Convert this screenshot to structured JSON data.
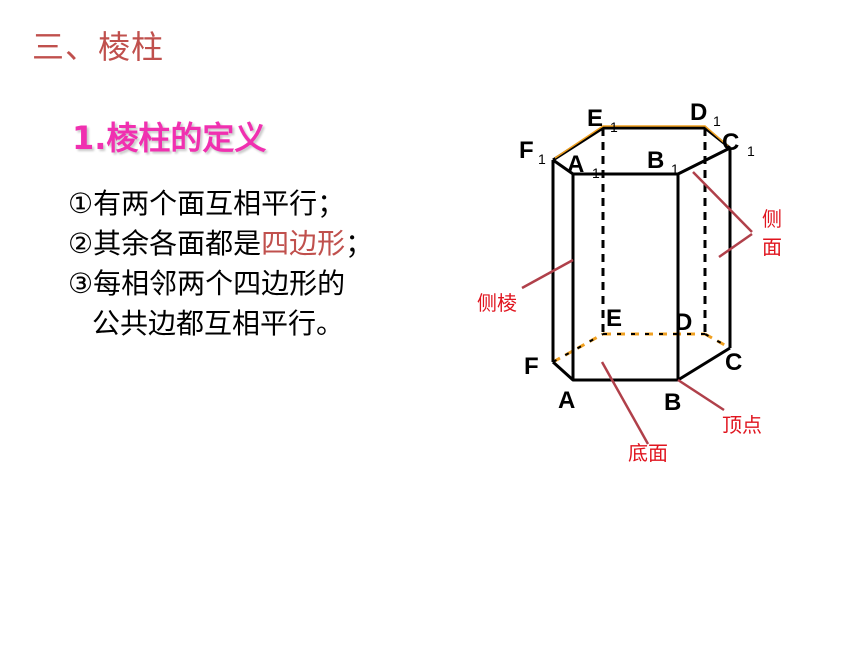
{
  "title": "三、棱柱",
  "subtitle": "1.棱柱的定义",
  "definition": {
    "line1": "①有两个面互相平行；",
    "line2_pre": "②其余各面都是",
    "line2_hl": "四边形",
    "line2_post": "；",
    "line3": "③每相邻两个四边形的",
    "line4": "公共边都互相平行。"
  },
  "figure": {
    "bottom_vertices": [
      "A",
      "B",
      "C",
      "D",
      "E",
      "F"
    ],
    "top_vertices": [
      "A",
      "B",
      "C",
      "D",
      "E",
      "F"
    ],
    "top_subscript": "1",
    "annotations": {
      "side_edge": "侧棱",
      "side_face_1": "侧",
      "side_face_2": "面",
      "base": "底面",
      "vertex": "顶点"
    },
    "colors": {
      "label": "#e0141e",
      "leader": "#b0404a",
      "accent_edge": "#f0a020"
    }
  }
}
